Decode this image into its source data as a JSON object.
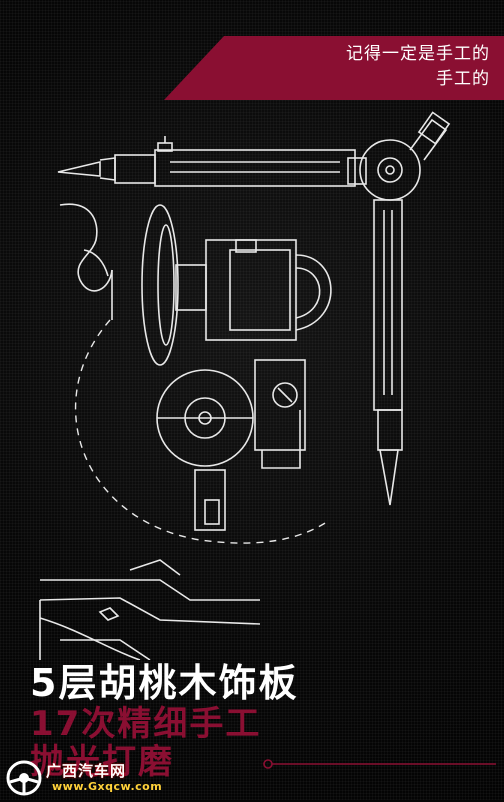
{
  "banner": {
    "line1": "记得一定是手工的",
    "line2": "手工的",
    "color": "#8a0f32"
  },
  "headline": {
    "line1": "5层胡桃木饰板",
    "line2": "17次精细手工",
    "line3": "抛光打磨",
    "primary_color": "#ffffff",
    "accent_color": "#8a0f32"
  },
  "watermark": {
    "name": "广西汽车网",
    "url": "www.Gxqcw.com"
  },
  "illustration": {
    "icon": "tool-line-drawing-icon"
  }
}
